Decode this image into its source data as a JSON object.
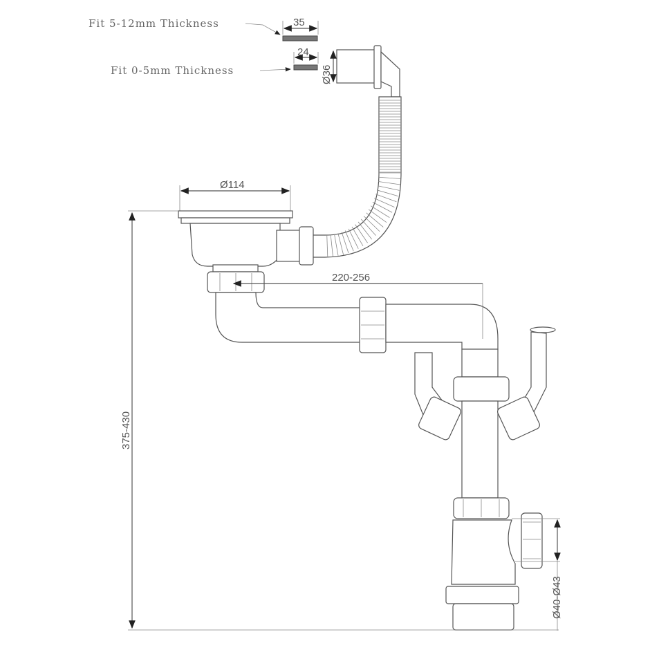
{
  "labels": {
    "thick_label": "Fit 5-12mm Thickness",
    "thin_label": "Fit 0-5mm Thickness",
    "thick_bolt_length": "35",
    "thin_bolt_length": "24",
    "overflow_diameter": "Ø36",
    "strainer_diameter": "Ø114",
    "horizontal_reach": "220-256",
    "total_height": "375-430",
    "outlet_diameter": "Ø40-Ø43"
  },
  "colors": {
    "line": "#555555",
    "text": "#666666"
  }
}
